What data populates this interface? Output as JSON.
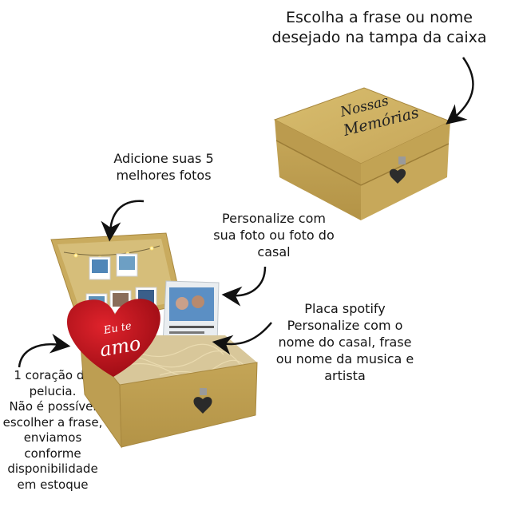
{
  "annotations": {
    "lid": [
      "Escolha a frase ou nome",
      "desejado na tampa da caixa"
    ],
    "photos": [
      "Adicione suas 5",
      "melhores fotos"
    ],
    "couple_photo": [
      "Personalize com",
      "sua foto ou foto do",
      "casal"
    ],
    "spotify": [
      "Placa spotify",
      "Personalize com o",
      "nome do casal, frase",
      "ou nome da musica e",
      "artista"
    ],
    "heart": [
      "1 coração de",
      "pelucia.",
      "Não é possível",
      "escolher a frase,",
      "enviamos",
      "conforme",
      "disponibilidade",
      "em estoque"
    ]
  },
  "box_lid_text": [
    "Nossas",
    "Memórias"
  ],
  "heart_text": [
    "Eu te",
    "amo"
  ],
  "colors": {
    "wood": "#c9ab5e",
    "wood_dark": "#a8883f",
    "heart": "#c8121c",
    "ink": "#141414"
  }
}
